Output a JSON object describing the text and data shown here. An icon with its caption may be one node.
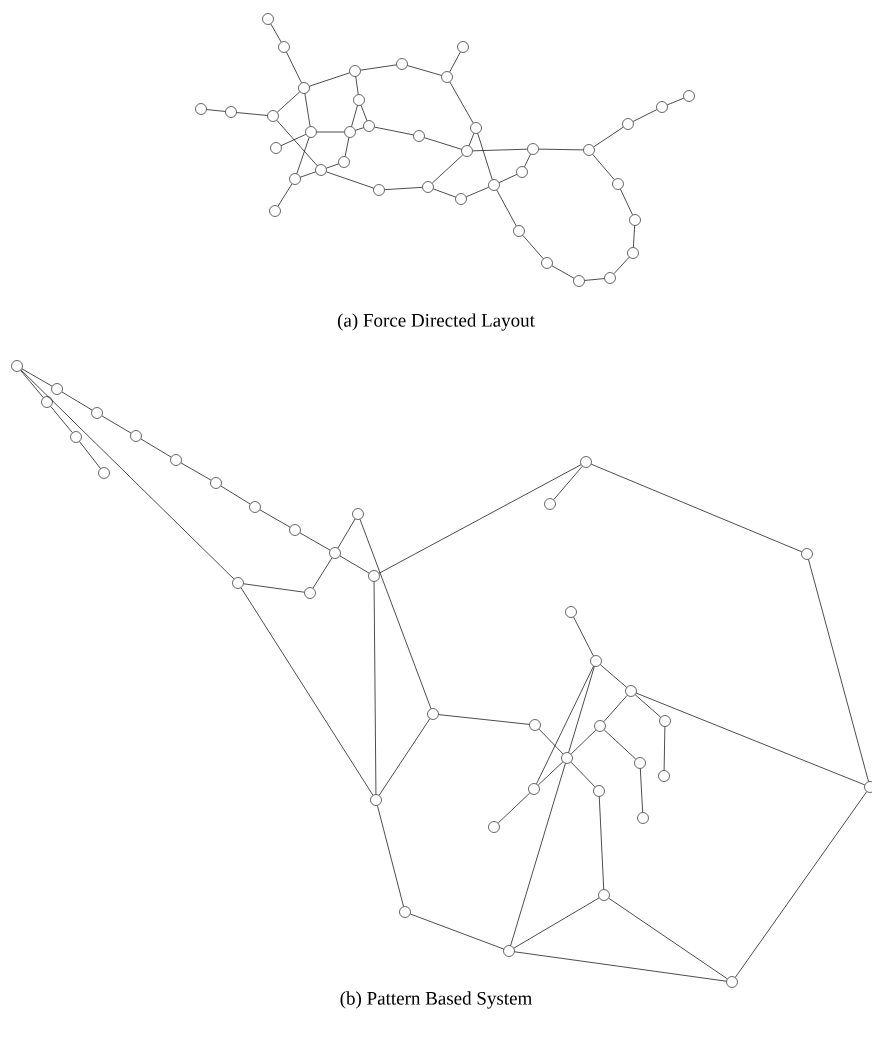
{
  "diagram": {
    "nodes": [
      {
        "text": [],
        "shape": "circle"
      },
      {
        "text": [],
        "shape": "circle"
      },
      {
        "text": [],
        "shape": "circle"
      },
      {
        "text": [],
        "shape": "circle"
      },
      {
        "text": [],
        "shape": "circle"
      },
      {
        "text": [],
        "shape": "circle"
      },
      {
        "text": [],
        "shape": "circle"
      },
      {
        "text": [],
        "shape": "circle"
      },
      {
        "text": [],
        "shape": "circle"
      },
      {
        "text": [],
        "shape": "circle"
      },
      {
        "text": [],
        "shape": "circle"
      },
      {
        "text": [],
        "shape": "circle"
      },
      {
        "text": [],
        "shape": "circle"
      },
      {
        "text": [],
        "shape": "circle"
      },
      {
        "text": [],
        "shape": "circle"
      },
      {
        "text": [],
        "shape": "circle"
      },
      {
        "text": [],
        "shape": "circle"
      },
      {
        "text": [],
        "shape": "circle"
      },
      {
        "text": [],
        "shape": "circle"
      },
      {
        "text": [],
        "shape": "circle"
      },
      {
        "text": [],
        "shape": "circle"
      },
      {
        "text": [],
        "shape": "circle"
      },
      {
        "text": [],
        "shape": "circle"
      },
      {
        "text": [],
        "shape": "circle"
      },
      {
        "text": [],
        "shape": "circle"
      },
      {
        "text": [],
        "shape": "circle"
      },
      {
        "text": [],
        "shape": "circle"
      },
      {
        "text": [],
        "shape": "circle"
      },
      {
        "text": [],
        "shape": "circle"
      },
      {
        "text": [],
        "shape": "circle"
      },
      {
        "text": [],
        "shape": "circle"
      },
      {
        "text": [],
        "shape": "circle"
      },
      {
        "text": [],
        "shape": "circle"
      },
      {
        "text": [],
        "shape": "circle"
      },
      {
        "text": [],
        "shape": "circle"
      },
      {
        "text": [],
        "shape": "circle"
      },
      {
        "text": [],
        "shape": "circle"
      },
      {
        "text": [],
        "shape": "circle"
      },
      {
        "text": [],
        "shape": "circle"
      },
      {
        "text": [],
        "shape": "circle"
      },
      {
        "text": [],
        "shape": "circle"
      },
      {
        "text": [],
        "shape": "circle"
      },
      {
        "text": [],
        "shape": "circle"
      },
      {
        "text": [],
        "shape": "circle"
      },
      {
        "text": [],
        "shape": "circle"
      },
      {
        "text": [],
        "shape": "circle"
      },
      {
        "text": [],
        "shape": "circle"
      },
      {
        "text": [],
        "shape": "circle"
      },
      {
        "text": [],
        "shape": "circle"
      },
      {
        "text": [],
        "shape": "circle"
      },
      {
        "text": [],
        "shape": "circle"
      },
      {
        "text": [],
        "shape": "circle"
      },
      {
        "text": [],
        "shape": "circle"
      },
      {
        "text": [],
        "shape": "circle"
      },
      {
        "text": [],
        "shape": "circle"
      },
      {
        "text": [],
        "shape": "circle"
      },
      {
        "text": [],
        "shape": "circle"
      },
      {
        "text": [],
        "shape": "circle"
      },
      {
        "text": [],
        "shape": "circle"
      },
      {
        "text": [],
        "shape": "circle"
      },
      {
        "text": [],
        "shape": "circle"
      },
      {
        "text": [],
        "shape": "circle"
      },
      {
        "text": [],
        "shape": "circle"
      },
      {
        "text": [],
        "shape": "circle"
      },
      {
        "text": [],
        "shape": "circle"
      },
      {
        "text": [],
        "shape": "circle"
      },
      {
        "text": [],
        "shape": "circle"
      },
      {
        "text": [],
        "shape": "circle"
      },
      {
        "text": [],
        "shape": "circle"
      },
      {
        "text": [],
        "shape": "circle"
      },
      {
        "text": [],
        "shape": "circle"
      },
      {
        "text": [],
        "shape": "circle"
      },
      {
        "text": [],
        "shape": "circle"
      },
      {
        "text": [],
        "shape": "circle"
      },
      {
        "text": [],
        "shape": "circle"
      },
      {
        "text": [],
        "shape": "circle"
      },
      {
        "text": [],
        "shape": "circle"
      },
      {
        "text": [],
        "shape": "circle"
      }
    ],
    "edges": [
      {
        "from": 0,
        "to": 1,
        "arrow": "none"
      },
      {
        "from": 1,
        "to": 2,
        "arrow": "none"
      },
      {
        "from": 2,
        "to": 3,
        "arrow": "none"
      },
      {
        "from": 3,
        "to": 4,
        "arrow": "none"
      },
      {
        "from": 4,
        "to": 5,
        "arrow": "none"
      },
      {
        "from": 5,
        "to": 6,
        "arrow": "none"
      },
      {
        "from": 5,
        "to": 10,
        "arrow": "none"
      },
      {
        "from": 2,
        "to": 14,
        "arrow": "none"
      },
      {
        "from": 2,
        "to": 15,
        "arrow": "none"
      },
      {
        "from": 12,
        "to": 13,
        "arrow": "none"
      },
      {
        "from": 13,
        "to": 14,
        "arrow": "none"
      },
      {
        "from": 14,
        "to": 19,
        "arrow": "none"
      },
      {
        "from": 3,
        "to": 7,
        "arrow": "none"
      },
      {
        "from": 7,
        "to": 16,
        "arrow": "none"
      },
      {
        "from": 7,
        "to": 8,
        "arrow": "none"
      },
      {
        "from": 15,
        "to": 16,
        "arrow": "none"
      },
      {
        "from": 16,
        "to": 8,
        "arrow": "none"
      },
      {
        "from": 8,
        "to": 9,
        "arrow": "none"
      },
      {
        "from": 9,
        "to": 11,
        "arrow": "none"
      },
      {
        "from": 16,
        "to": 18,
        "arrow": "none"
      },
      {
        "from": 18,
        "to": 19,
        "arrow": "none"
      },
      {
        "from": 17,
        "to": 15,
        "arrow": "none"
      },
      {
        "from": 15,
        "to": 20,
        "arrow": "none"
      },
      {
        "from": 20,
        "to": 19,
        "arrow": "none"
      },
      {
        "from": 20,
        "to": 21,
        "arrow": "none"
      },
      {
        "from": 19,
        "to": 22,
        "arrow": "none"
      },
      {
        "from": 22,
        "to": 23,
        "arrow": "none"
      },
      {
        "from": 23,
        "to": 11,
        "arrow": "none"
      },
      {
        "from": 11,
        "to": 10,
        "arrow": "none"
      },
      {
        "from": 11,
        "to": 26,
        "arrow": "none"
      },
      {
        "from": 10,
        "to": 25,
        "arrow": "none"
      },
      {
        "from": 23,
        "to": 24,
        "arrow": "none"
      },
      {
        "from": 24,
        "to": 25,
        "arrow": "none"
      },
      {
        "from": 25,
        "to": 28,
        "arrow": "none"
      },
      {
        "from": 28,
        "to": 26,
        "arrow": "none"
      },
      {
        "from": 26,
        "to": 27,
        "arrow": "none"
      },
      {
        "from": 27,
        "to": 29,
        "arrow": "none"
      },
      {
        "from": 29,
        "to": 30,
        "arrow": "none"
      },
      {
        "from": 30,
        "to": 31,
        "arrow": "none"
      },
      {
        "from": 27,
        "to": 32,
        "arrow": "none"
      },
      {
        "from": 32,
        "to": 33,
        "arrow": "none"
      },
      {
        "from": 33,
        "to": 34,
        "arrow": "none"
      },
      {
        "from": 34,
        "to": 35,
        "arrow": "none"
      },
      {
        "from": 35,
        "to": 36,
        "arrow": "none"
      },
      {
        "from": 36,
        "to": 37,
        "arrow": "none"
      },
      {
        "from": 37,
        "to": 38,
        "arrow": "none"
      },
      {
        "from": 38,
        "to": 25,
        "arrow": "none"
      },
      {
        "from": 39,
        "to": 40,
        "arrow": "none"
      },
      {
        "from": 40,
        "to": 42,
        "arrow": "none"
      },
      {
        "from": 42,
        "to": 45,
        "arrow": "none"
      },
      {
        "from": 45,
        "to": 46,
        "arrow": "none"
      },
      {
        "from": 46,
        "to": 47,
        "arrow": "none"
      },
      {
        "from": 47,
        "to": 48,
        "arrow": "none"
      },
      {
        "from": 48,
        "to": 49,
        "arrow": "none"
      },
      {
        "from": 49,
        "to": 50,
        "arrow": "none"
      },
      {
        "from": 50,
        "to": 52,
        "arrow": "none"
      },
      {
        "from": 39,
        "to": 41,
        "arrow": "none"
      },
      {
        "from": 41,
        "to": 43,
        "arrow": "none"
      },
      {
        "from": 43,
        "to": 44,
        "arrow": "none"
      },
      {
        "from": 39,
        "to": 53,
        "arrow": "none"
      },
      {
        "from": 53,
        "to": 54,
        "arrow": "none"
      },
      {
        "from": 54,
        "to": 50,
        "arrow": "none"
      },
      {
        "from": 50,
        "to": 51,
        "arrow": "none"
      },
      {
        "from": 51,
        "to": 61,
        "arrow": "none"
      },
      {
        "from": 52,
        "to": 55,
        "arrow": "none"
      },
      {
        "from": 52,
        "to": 70,
        "arrow": "none"
      },
      {
        "from": 55,
        "to": 56,
        "arrow": "none"
      },
      {
        "from": 55,
        "to": 57,
        "arrow": "none"
      },
      {
        "from": 57,
        "to": 77,
        "arrow": "none"
      },
      {
        "from": 58,
        "to": 59,
        "arrow": "none"
      },
      {
        "from": 59,
        "to": 60,
        "arrow": "none"
      },
      {
        "from": 59,
        "to": 68,
        "arrow": "none"
      },
      {
        "from": 59,
        "to": 65,
        "arrow": "none"
      },
      {
        "from": 65,
        "to": 75,
        "arrow": "none"
      },
      {
        "from": 60,
        "to": 63,
        "arrow": "none"
      },
      {
        "from": 60,
        "to": 64,
        "arrow": "none"
      },
      {
        "from": 60,
        "to": 77,
        "arrow": "none"
      },
      {
        "from": 63,
        "to": 65,
        "arrow": "none"
      },
      {
        "from": 63,
        "to": 66,
        "arrow": "none"
      },
      {
        "from": 66,
        "to": 72,
        "arrow": "none"
      },
      {
        "from": 64,
        "to": 67,
        "arrow": "none"
      },
      {
        "from": 61,
        "to": 62,
        "arrow": "none"
      },
      {
        "from": 62,
        "to": 65,
        "arrow": "none"
      },
      {
        "from": 65,
        "to": 68,
        "arrow": "none"
      },
      {
        "from": 68,
        "to": 71,
        "arrow": "none"
      },
      {
        "from": 65,
        "to": 69,
        "arrow": "none"
      },
      {
        "from": 69,
        "to": 73,
        "arrow": "none"
      },
      {
        "from": 73,
        "to": 75,
        "arrow": "none"
      },
      {
        "from": 73,
        "to": 76,
        "arrow": "none"
      },
      {
        "from": 75,
        "to": 76,
        "arrow": "none"
      },
      {
        "from": 75,
        "to": 74,
        "arrow": "none"
      },
      {
        "from": 74,
        "to": 70,
        "arrow": "none"
      },
      {
        "from": 70,
        "to": 61,
        "arrow": "none"
      },
      {
        "from": 70,
        "to": 53,
        "arrow": "none"
      },
      {
        "from": 77,
        "to": 76,
        "arrow": "none"
      }
    ],
    "labels": [
      "(a) Force Directed Layout",
      "(b) Pattern Based System"
    ]
  }
}
